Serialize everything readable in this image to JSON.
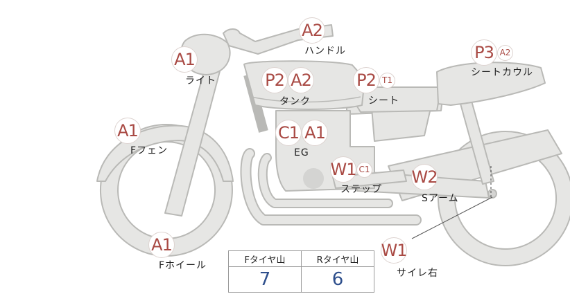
{
  "parts": {
    "handle": {
      "label": "ハンドル",
      "badges": [
        "A2"
      ]
    },
    "light": {
      "label": "ライト",
      "badges": [
        "A1"
      ]
    },
    "tank": {
      "label": "タンク",
      "badges": [
        "P2",
        "A2"
      ]
    },
    "seat": {
      "label": "シート",
      "badges": [
        "P2",
        "T1"
      ]
    },
    "seat_cowl": {
      "label": "シートカウル",
      "badges": [
        "P3",
        "A2"
      ]
    },
    "front_fender": {
      "label": "Fフェン",
      "badges": [
        "A1"
      ]
    },
    "engine": {
      "label": "EG",
      "badges": [
        "C1",
        "A1"
      ]
    },
    "step": {
      "label": "ステップ",
      "badges": [
        "W1",
        "C1"
      ]
    },
    "swing_arm": {
      "label": "Sアーム",
      "badges": [
        "W2"
      ]
    },
    "front_wheel": {
      "label": "Fホイール",
      "badges": [
        "A1"
      ]
    },
    "silencer_right": {
      "label": "サイレ右",
      "badges": [
        "W1"
      ]
    }
  },
  "tread_table": {
    "headers": [
      "Fタイヤ山",
      "Rタイヤ山"
    ],
    "values": [
      "7",
      "6"
    ]
  },
  "colors": {
    "bike_fill": "#e6e6e4",
    "bike_stroke": "#b9b9b6",
    "badge_text": "#a94a44",
    "tread_value": "#2e4f8c"
  }
}
